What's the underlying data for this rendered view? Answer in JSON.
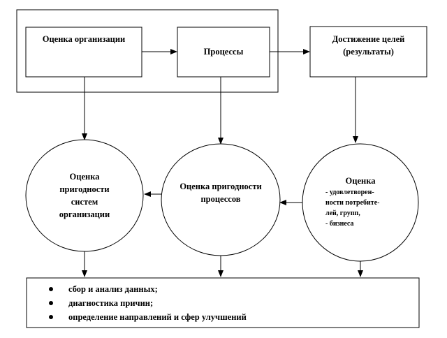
{
  "boxes": {
    "org_assessment": "Оценка организации",
    "processes": "Процессы",
    "results": "Достижение целей (результаты)"
  },
  "circles": {
    "systems": "Оценка пригодности систем организации",
    "processes": "Оценка пригодности процессов",
    "results_title": "Оценка",
    "results_items": [
      "- удовлетворен-",
      "ности потребите-",
      "лей, групп,",
      "- бизнеса"
    ]
  },
  "bottom": {
    "items": [
      "сбор и анализ данных;",
      "диагностика причин;",
      "определение направлений и сфер улучшений"
    ]
  }
}
